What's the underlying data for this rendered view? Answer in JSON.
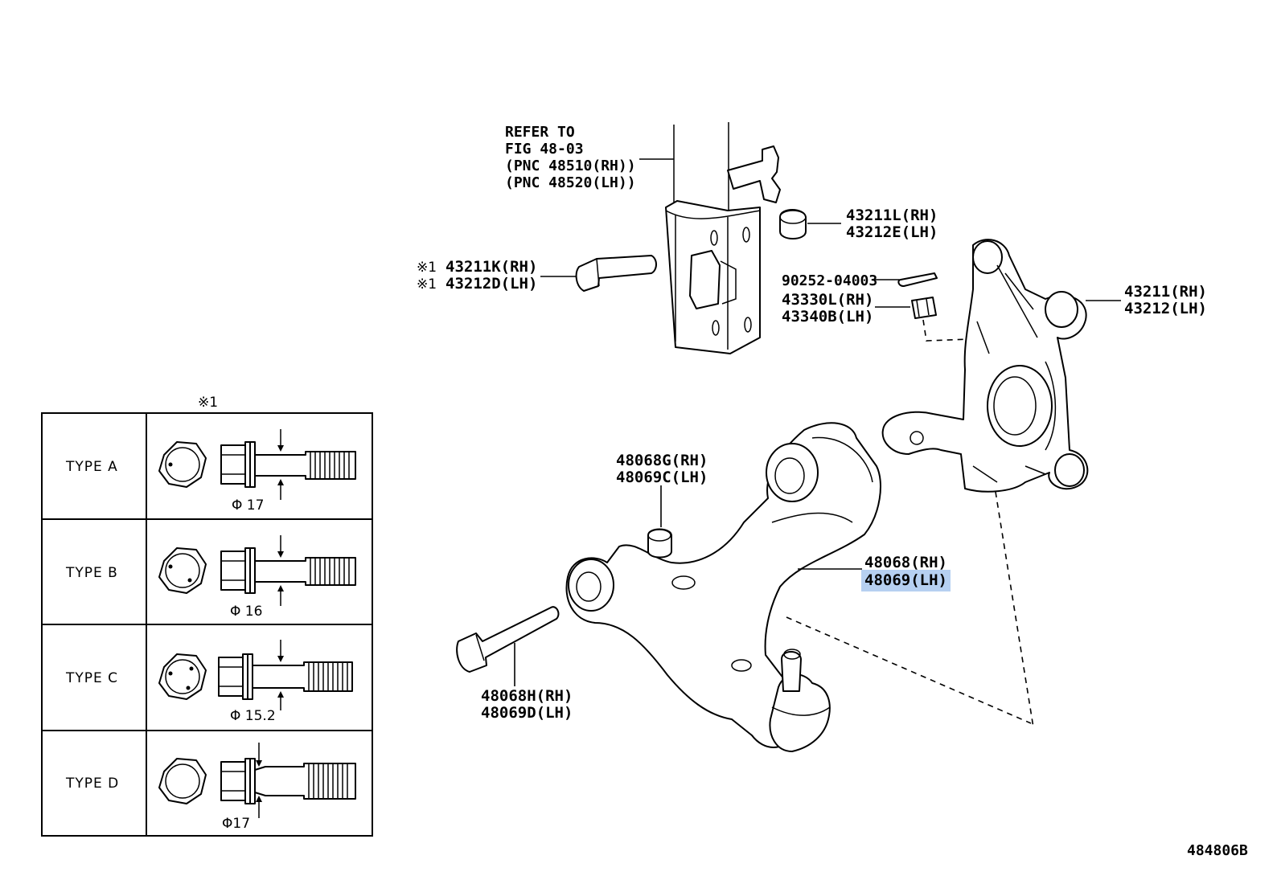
{
  "labels": {
    "refer": [
      "REFER TO",
      "FIG 48-03",
      "(PNC 48510(RH))",
      "(PNC 48520(LH))"
    ],
    "bolt_rh": "43211K(RH)",
    "bolt_lh": "43212D(LH)",
    "bolt_mark": "※1",
    "cap_rh": "43211L(RH)",
    "cap_lh": "43212E(LH)",
    "pin": "90252-04003",
    "nut_rh": "43330L(RH)",
    "nut_lh": "43340B(LH)",
    "knuckle_rh": "43211(RH)",
    "knuckle_lh": "43212(LH)",
    "bush_rh": "48068G(RH)",
    "bush_lh": "48069C(LH)",
    "arm_rh": "48068(RH)",
    "arm_lh": "48069(LH)",
    "armbolt_rh": "48068H(RH)",
    "armbolt_lh": "48069D(LH)"
  },
  "types_table": {
    "mark": "※1",
    "rows": [
      {
        "type": "TYPE A",
        "diameter": "Φ 17"
      },
      {
        "type": "TYPE B",
        "diameter": "Φ 16"
      },
      {
        "type": "TYPE C",
        "diameter": "Φ 15.2"
      },
      {
        "type": "TYPE D",
        "diameter": "Φ17"
      }
    ]
  },
  "figure_id": "484806B",
  "highlight_color": "#a9c8ee"
}
